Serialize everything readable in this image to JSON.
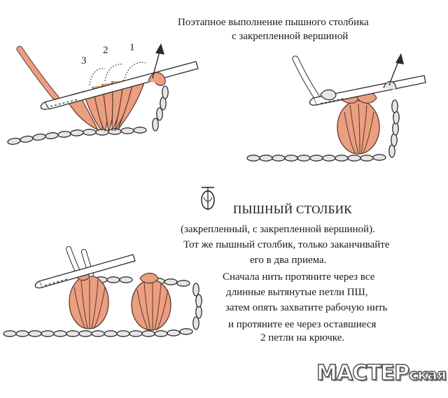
{
  "header": {
    "title_line1": "Поэтапное выполнение пышного столбика",
    "title_line2": "с закрепленной вершиной"
  },
  "step_numbers": [
    "3",
    "2",
    "1"
  ],
  "symbol": {
    "name": "puff-stitch-symbol",
    "heading": "ПЫШНЫЙ СТОЛБИК"
  },
  "description": [
    "(закрепленный, с закрепленной вершиной).",
    "Тот же пышный столбик, только заканчивайте",
    "его в два приема.",
    "Сначала нить протяните через все",
    "длинные вытянутые петли ПШ,",
    "затем опять захватите рабочую нить",
    "и протяните ее через оставшиеся",
    "2 петли на крючке."
  ],
  "watermark": {
    "main": "МАСТЕР",
    "small": "ская"
  },
  "colors": {
    "yarn_peach": "#eb9e80",
    "yarn_outline": "#5a3a2e",
    "chain_gray": "#e4e4e4",
    "outline": "#2b2b2b"
  }
}
